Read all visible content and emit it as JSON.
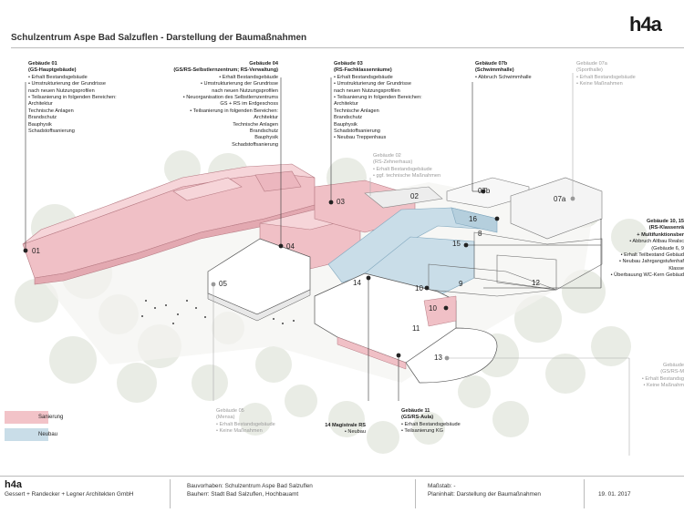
{
  "header": {
    "title": "Schulzentrum Aspe Bad Salzuflen - Darstellung der Baumaßnahmen",
    "logo": "h4a"
  },
  "colors": {
    "sanierung": "#f2c3c8",
    "neubau": "#c9dde8",
    "sanierung_stroke": "#c7858e",
    "neubau_stroke": "#7fa6bd"
  },
  "annotations": {
    "g01": {
      "title": "Gebäude 01",
      "sub": "(GS-Hauptgebäude)",
      "lines": [
        "• Erhalt Bestandsgebäude",
        "• Umstrukturierung der Grundrisse",
        "  nach neuen Nutzungsprofilen",
        "• Teilsanierung in folgenden Bereichen:",
        "  Architektur",
        "  Technische Anlagen",
        "  Brandschutz",
        "  Bauphysik",
        "  Schadstoffsanierung"
      ]
    },
    "g04": {
      "title": "Gebäude 04",
      "sub": "(GS/RS-Selbstlernzentrum; RS-Verwaltung)",
      "lines": [
        "• Erhalt Bestandsgebäude",
        "• Umstrukturierung der Grundrisse",
        "nach neuen Nutzungsprofilen",
        "• Neuorganisation des Selbstlernzentrums",
        "GS + RS im Erdgeschoss",
        "• Teilsanierung in folgenden Bereichen:",
        "Architektur",
        "Technische Anlagen",
        "Brandschutz",
        "Bauphysik",
        "Schadstoffsanierung"
      ]
    },
    "g03": {
      "title": "Gebäude 03",
      "sub": "(RS-Fachklassenräume)",
      "lines": [
        "• Erhalt Bestandsgebäude",
        "• Umstrukturierung der Grundrisse",
        "  nach neuen Nutzungsprofilen",
        "• Teilsanierung in folgenden Bereichen:",
        "  Architektur",
        "  Technische Anlagen",
        "  Brandschutz",
        "  Bauphysik",
        "  Schadstoffsanierung",
        "• Neubau Treppenhaus"
      ]
    },
    "g07b": {
      "title": "Gebäude 07b",
      "sub": "(Schwimmhalle)",
      "lines": [
        "• Abbruch Schwimmhalle"
      ]
    },
    "g07a": {
      "title": "Gebäude 07a",
      "sub": "(Sporthalle)",
      "lines": [
        "• Erhalt Bestandsgebäude",
        "• Keine Maßnahmen"
      ]
    },
    "g02": {
      "title": "Gebäude 02",
      "sub": "(RS-Zehnerhaus)",
      "lines": [
        "• Erhalt Bestandsgebäude",
        "• ggf. technische Maßnahmen"
      ]
    },
    "g10": {
      "title": "Gebäude 10, 15",
      "sub": "(RS-Klassenrä",
      "sub2": "+ Multifunktionsber",
      "lines": [
        "• Abbruch Altbau Realsc",
        "(Gebäude 6, 9",
        "• Erhalt Teilbestand Gebäud",
        "• Neubau Jahrgangstufenhaf",
        "Klasse",
        "• Überbauung WC-Kern Gebäud"
      ]
    },
    "g13": {
      "title": "Gebäude",
      "sub": "(GS/RS-M",
      "lines": [
        "• Erhalt Bestandsg",
        "• Keine Maßnahm"
      ]
    },
    "g05": {
      "title": "Gebäude 05",
      "sub": "(Mensa)",
      "lines": [
        "• Erhalt Bestandsgebäude",
        "• Keine Maßnahmen"
      ]
    },
    "g14": {
      "title": "14 Magistrale RS",
      "lines": [
        "• Neubau"
      ]
    },
    "g11": {
      "title": "Gebäude 11",
      "sub": "(GS/RS-Aula)",
      "lines": [
        "• Erhalt Bestandsgebäude",
        "• Teilsanierung KG"
      ]
    }
  },
  "building_labels": [
    "01",
    "02",
    "03",
    "04",
    "05",
    "07a",
    "07b",
    "8",
    "9",
    "10",
    "10",
    "11",
    "12",
    "13",
    "14",
    "15",
    "16"
  ],
  "legend": {
    "sanierung": "Sanierung",
    "neubau": "Neubau"
  },
  "footer": {
    "logo": "h4a",
    "firm": "Gessert + Randecker + Legner Architekten GmbH",
    "bauvorhaben": "Bauvorhaben: Schulzentrum Aspe Bad Salzuflen",
    "bauherr": "Bauherr: Stadt Bad Salzuflen, Hochbauamt",
    "massstab": "Maßstab: -",
    "planinhalt": "Planinhalt: Darstellung der Baumaßnahmen",
    "date": "19. 01. 2017"
  }
}
